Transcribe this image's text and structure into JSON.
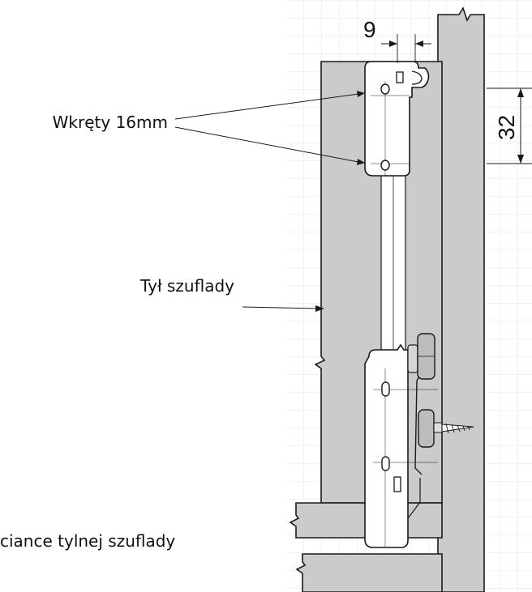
{
  "labels": {
    "screws": "Wkręty 16mm",
    "drawer_back": "Tył szuflady",
    "bottom_caption": "ciance tylnej szuflady"
  },
  "dimensions": {
    "horizontal": "9",
    "vertical": "32"
  },
  "colors": {
    "panel_fill": "#cbcbcb",
    "background": "#ffffff",
    "line": "#1a1a1a",
    "bracket_fill": "#ffffff"
  }
}
